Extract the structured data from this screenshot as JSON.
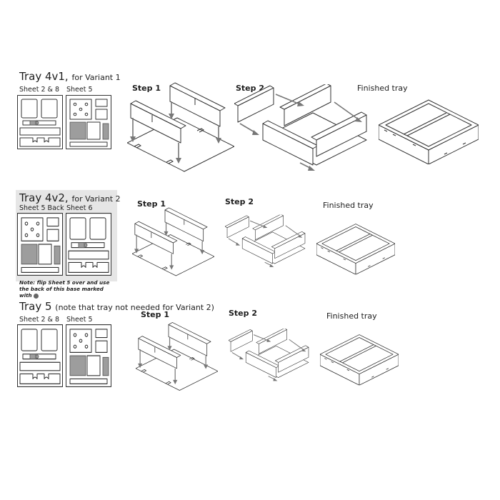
{
  "sections": [
    {
      "title_main": "Tray 4v1,",
      "title_small": "for Variant 1",
      "sheet_left_label": "Sheet 2 & 8",
      "sheet_right_label": "Sheet 5",
      "step1_label": "Step 1",
      "step2_label": "Step 2",
      "finished_label": "Finished tray",
      "highlighted": false
    },
    {
      "title_main": "Tray 4v2,",
      "title_small": "for Variant 2",
      "sheet_left_label": "Sheet 5 Back",
      "sheet_right_label": "Sheet 6",
      "step1_label": "Step 1",
      "step2_label": "Step 2",
      "finished_label": "Finished tray",
      "note": "Note: flip Sheet 5 over and use the back of this base marked with",
      "note_symbol": "hexagon-mark-icon",
      "highlighted": true
    },
    {
      "title_main": "Tray 5",
      "title_small": "(note that tray not needed for Variant 2)",
      "sheet_left_label": "Sheet 2 & 8",
      "sheet_right_label": "Sheet 5",
      "step1_label": "Step 1",
      "step2_label": "Step 2",
      "finished_label": "Finished tray",
      "highlighted": false
    }
  ],
  "colors": {
    "line": "#333333",
    "highlight_band": "#e6e6e6",
    "arrow": "#777777",
    "part_highlight": "#9d9d9d"
  }
}
